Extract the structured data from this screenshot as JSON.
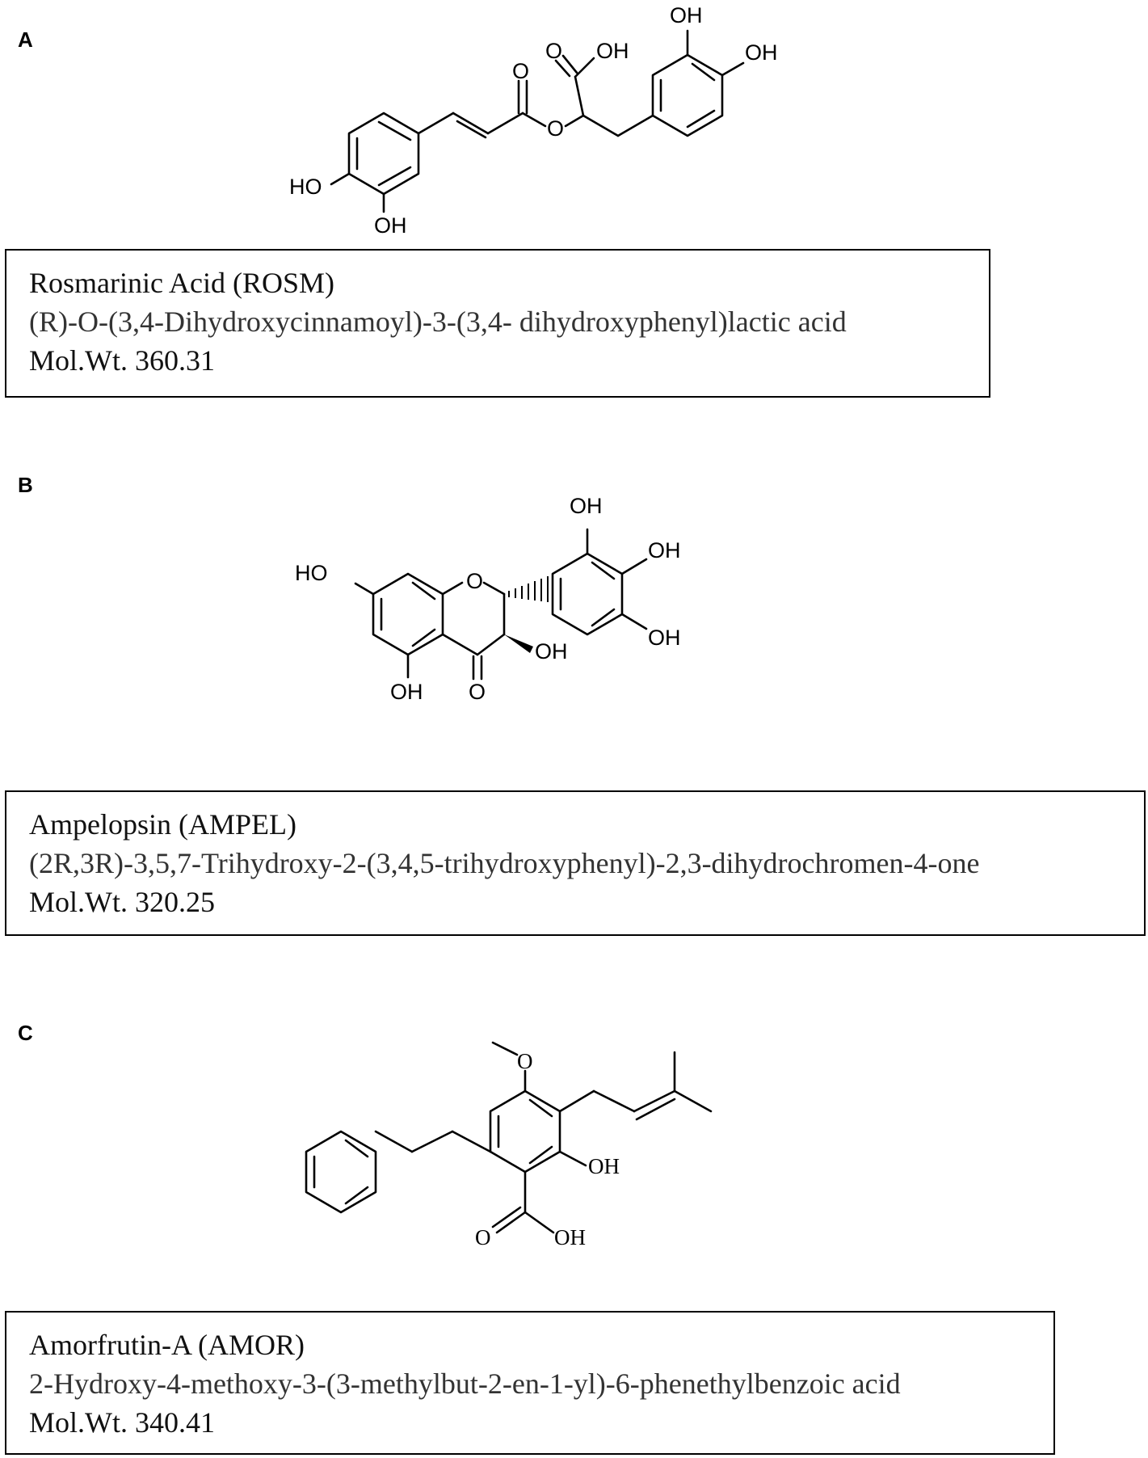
{
  "panels": [
    {
      "letter": "A",
      "name": "Rosmarinic Acid (ROSM)",
      "iupac": "(R)-O-(3,4-Dihydroxycinnamoyl)-3-(3,4- dihydroxyphenyl)lactic acid",
      "mol_wt": "Mol.Wt. 360.31",
      "atom_labels": [
        "OH",
        "OH",
        "O",
        "OH",
        "O",
        "O",
        "HO",
        "OH"
      ]
    },
    {
      "letter": "B",
      "name": "Ampelopsin (AMPEL)",
      "iupac": "(2R,3R)-3,5,7-Trihydroxy-2-(3,4,5-trihydroxyphenyl)-2,3-dihydrochromen-4-one",
      "mol_wt": "Mol.Wt. 320.25",
      "atom_labels": [
        "OH",
        "OH",
        "OH",
        "HO",
        "O",
        "OH",
        "OH",
        "O"
      ]
    },
    {
      "letter": "C",
      "name": "Amorfrutin-A (AMOR)",
      "iupac": "2-Hydroxy-4-methoxy-3-(3-methylbut-2-en-1-yl)-6-phenethylbenzoic acid",
      "mol_wt": "Mol.Wt. 340.41",
      "atom_labels": [
        "O",
        "OH",
        "O",
        "OH"
      ]
    }
  ]
}
